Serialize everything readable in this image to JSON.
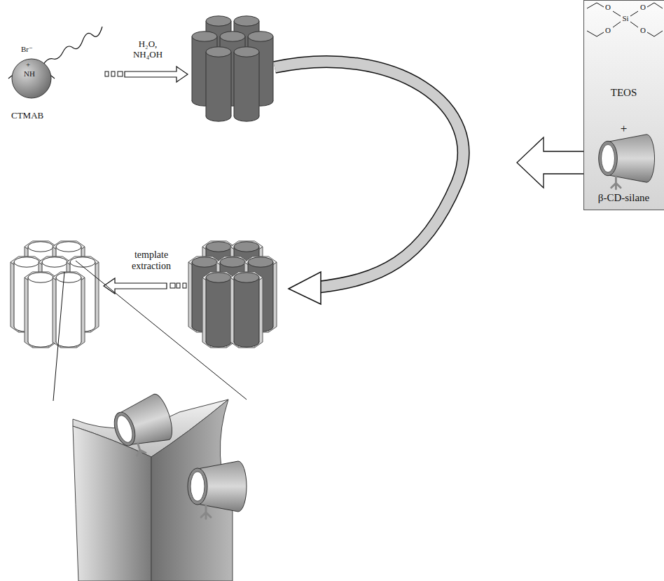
{
  "diagram": {
    "nodes": [
      {
        "text": [
          "Br⁻",
          "+",
          "NH",
          "CTMAB"
        ]
      },
      {
        "text": [
          "TEOS",
          "+",
          "β-CD-silane"
        ]
      }
    ],
    "labels": [
      "H₂O, NH₄OH",
      "template extraction",
      "O",
      "O",
      "Si",
      "O",
      "O"
    ]
  }
}
